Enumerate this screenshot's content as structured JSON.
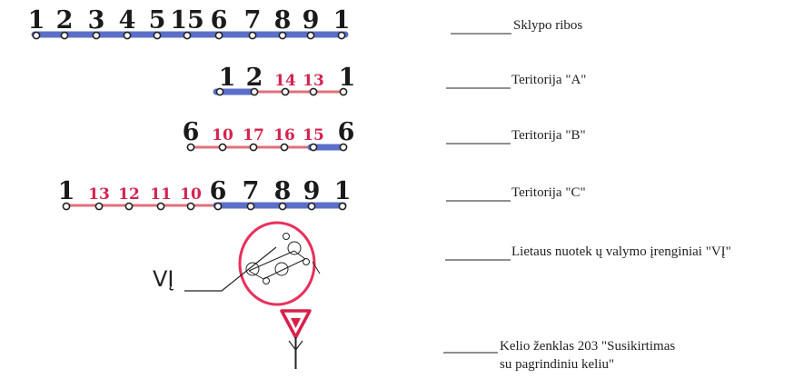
{
  "legend": {
    "rows": [
      {
        "id": "sklypo-ribos",
        "numbers": [
          {
            "t": "1",
            "c": "black"
          },
          {
            "t": "2",
            "c": "black"
          },
          {
            "t": "3",
            "c": "black"
          },
          {
            "t": "4",
            "c": "black"
          },
          {
            "t": "5",
            "c": "black"
          },
          {
            "t": "15",
            "c": "black"
          },
          {
            "t": "6",
            "c": "black"
          },
          {
            "t": "7",
            "c": "black"
          },
          {
            "t": "8",
            "c": "black"
          },
          {
            "t": "9",
            "c": "black"
          },
          {
            "t": "1",
            "c": "black"
          }
        ],
        "label": "Sklypo ribos"
      },
      {
        "id": "teritorija-a",
        "numbers": [
          {
            "t": "1",
            "c": "black"
          },
          {
            "t": "2",
            "c": "black"
          },
          {
            "t": "14",
            "c": "red"
          },
          {
            "t": "13",
            "c": "red"
          },
          {
            "t": "1",
            "c": "black"
          }
        ],
        "label": "Teritorija \"A\""
      },
      {
        "id": "teritorija-b",
        "numbers": [
          {
            "t": "6",
            "c": "black"
          },
          {
            "t": "10",
            "c": "red"
          },
          {
            "t": "17",
            "c": "red"
          },
          {
            "t": "16",
            "c": "red"
          },
          {
            "t": "15",
            "c": "red"
          },
          {
            "t": "6",
            "c": "black"
          }
        ],
        "label": "Teritorija \"B\""
      },
      {
        "id": "teritorija-c",
        "numbers": [
          {
            "t": "1",
            "c": "black"
          },
          {
            "t": "13",
            "c": "red"
          },
          {
            "t": "12",
            "c": "red"
          },
          {
            "t": "11",
            "c": "red"
          },
          {
            "t": "10",
            "c": "red"
          },
          {
            "t": "6",
            "c": "black"
          },
          {
            "t": "7",
            "c": "black"
          },
          {
            "t": "8",
            "c": "black"
          },
          {
            "t": "9",
            "c": "black"
          },
          {
            "t": "1",
            "c": "black"
          }
        ],
        "label": "Teritorija \"C\""
      },
      {
        "id": "vi-symbol",
        "symbol_label": "VĮ",
        "label": "Lietaus nuotek  ų valymo įrenginiai \"VĮ\""
      },
      {
        "id": "road-sign",
        "label_line1": "Kelio  ženklas 203 \"Susikirtimas",
        "label_line2": " su pagrindiniu keliu\""
      }
    ]
  },
  "colors": {
    "blue_line": "#5b6fc9",
    "red_line": "#e0707a",
    "red_text": "#d4234f",
    "circle": "#e8315c",
    "sign_red": "#d8204a"
  }
}
